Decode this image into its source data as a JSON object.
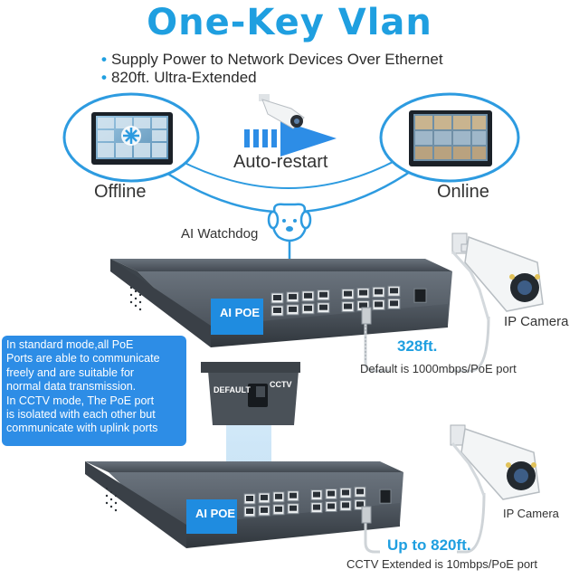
{
  "title": "One-Key Vlan",
  "bullets": [
    "Supply Power to Network Devices Over Ethernet",
    "820ft. Ultra-Extended"
  ],
  "labels": {
    "offline": "Offline",
    "online": "Online",
    "auto_restart": "Auto-restart",
    "ai_watchdog": "AI Watchdog",
    "ip_camera_top": "IP Camera",
    "ip_camera_bottom": "IP Camera",
    "distance_top": "328ft.",
    "default_speed": "Default is 1000mbps/PoE port",
    "distance_bottom": "Up to 820ft.",
    "cctv_speed": "CCTV Extended is 10mbps/PoE port",
    "switch_default": "DEFAULT",
    "switch_cctv": "CCTV",
    "brand_top": "AI POE",
    "brand_bottom": "AI POE"
  },
  "info_box": {
    "lines": [
      "In standard mode,all PoE",
      "Ports are able to communicate",
      "freely and are suitable for",
      "normal data transmission.",
      "In CCTV mode, The PoE port",
      "is isolated with each other but",
      "communicate with uplink ports"
    ]
  },
  "colors": {
    "accent": "#1f9fe0",
    "box": "#2d8de6",
    "switch_body": "#4b535c"
  },
  "icons": [
    "dog-icon",
    "arrow-right-icon",
    "camera-icon",
    "monitor-icon",
    "toggle-switch-icon"
  ]
}
